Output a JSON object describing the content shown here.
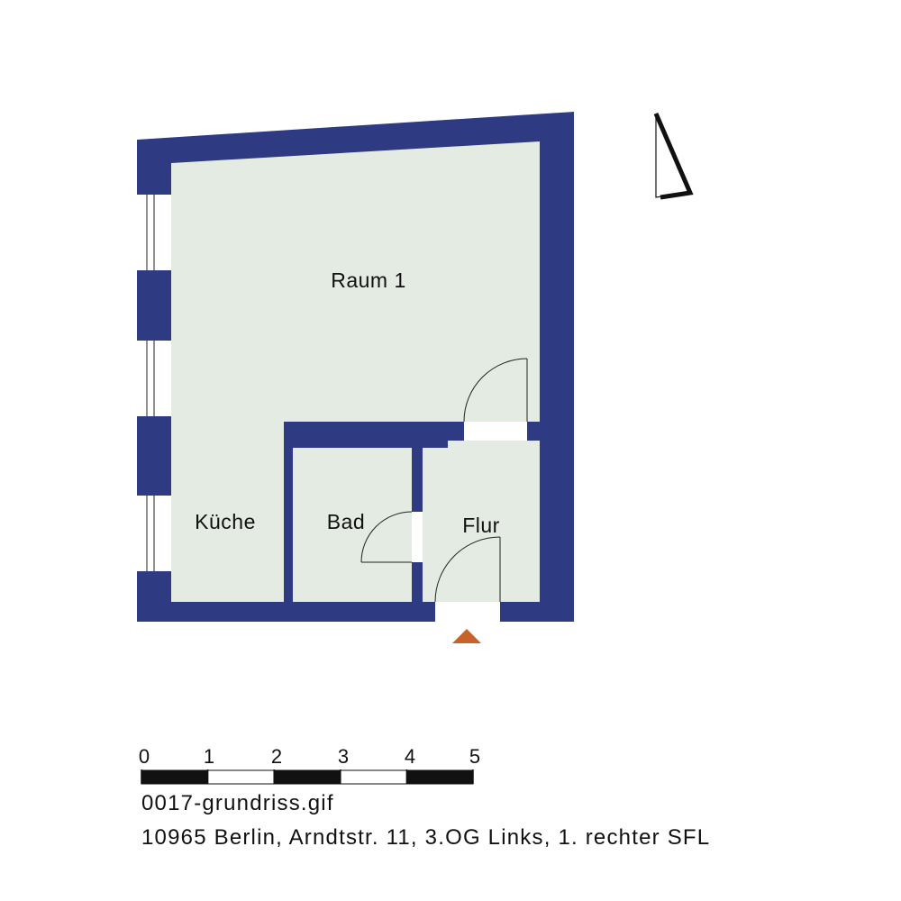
{
  "colors": {
    "wall": "#2e3a82",
    "floor": "#e4ebe3",
    "entrance_marker": "#c8612a",
    "line": "#222222"
  },
  "rooms": {
    "raum1": "Raum 1",
    "kueche": "Küche",
    "bad": "Bad",
    "flur": "Flur"
  },
  "scale_bar": {
    "labels": [
      "0",
      "1",
      "2",
      "3",
      "4",
      "5"
    ]
  },
  "caption": {
    "filename": "0017-grundriss.gif",
    "address": "10965 Berlin, Arndtstr. 11, 3.OG Links, 1. rechter SFL"
  },
  "icons": {
    "north": "north-arrow-icon",
    "entrance": "entrance-triangle-icon"
  }
}
